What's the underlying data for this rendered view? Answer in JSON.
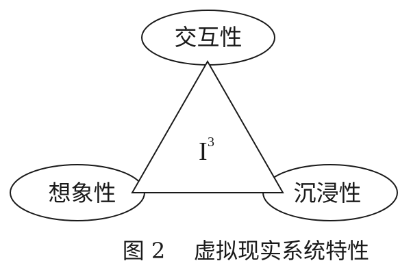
{
  "diagram": {
    "nodes": {
      "top": "交互性",
      "left": "想象性",
      "right": "沉浸性"
    },
    "center": {
      "base": "I",
      "superscript": "3"
    }
  },
  "caption": {
    "number": "图 2",
    "title": "虚拟现实系统特性"
  }
}
